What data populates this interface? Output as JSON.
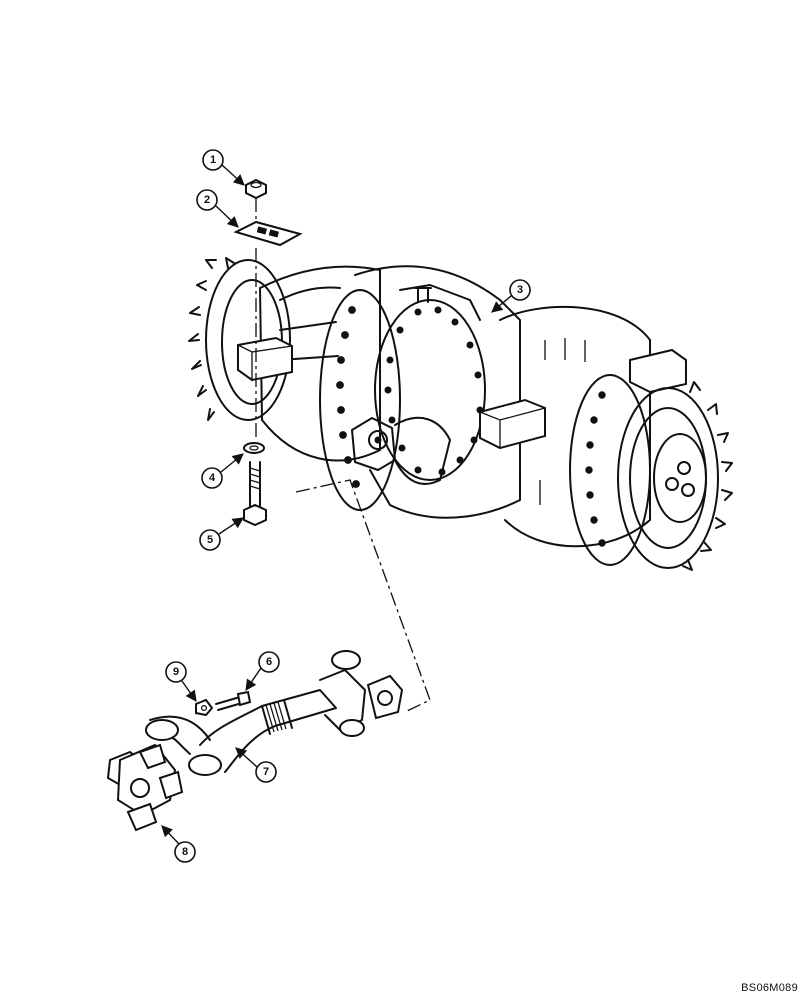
{
  "callouts": [
    {
      "id": "callout-1",
      "label": "1"
    },
    {
      "id": "callout-2",
      "label": "2"
    },
    {
      "id": "callout-3",
      "label": "3"
    },
    {
      "id": "callout-4",
      "label": "4"
    },
    {
      "id": "callout-5",
      "label": "5"
    },
    {
      "id": "callout-6",
      "label": "6"
    },
    {
      "id": "callout-7",
      "label": "7"
    },
    {
      "id": "callout-8",
      "label": "8"
    },
    {
      "id": "callout-9",
      "label": "9"
    }
  ],
  "figure_reference": "BS06M089"
}
